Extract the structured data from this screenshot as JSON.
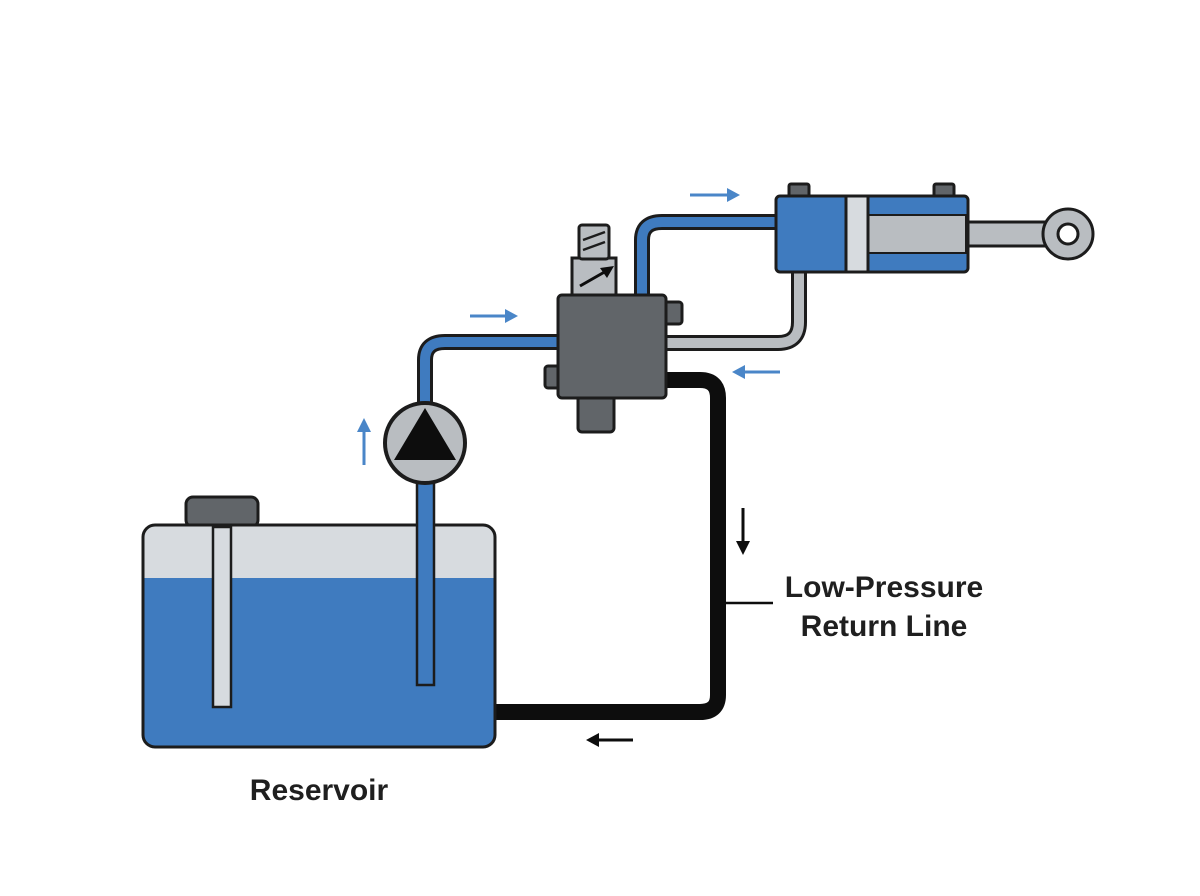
{
  "labels": {
    "reservoir": "Reservoir",
    "return_line_line1": "Low-Pressure",
    "return_line_line2": "Return Line"
  },
  "colors": {
    "fluid_blue": "#3f7bbf",
    "return_black": "#0d0d0d",
    "valve_gray": "#616569",
    "steel_light": "#b9bdc1",
    "tank_headspace": "#d7dbdf",
    "outline": "#1c1c1c",
    "flow_arrow_blue": "#4a86c8"
  }
}
